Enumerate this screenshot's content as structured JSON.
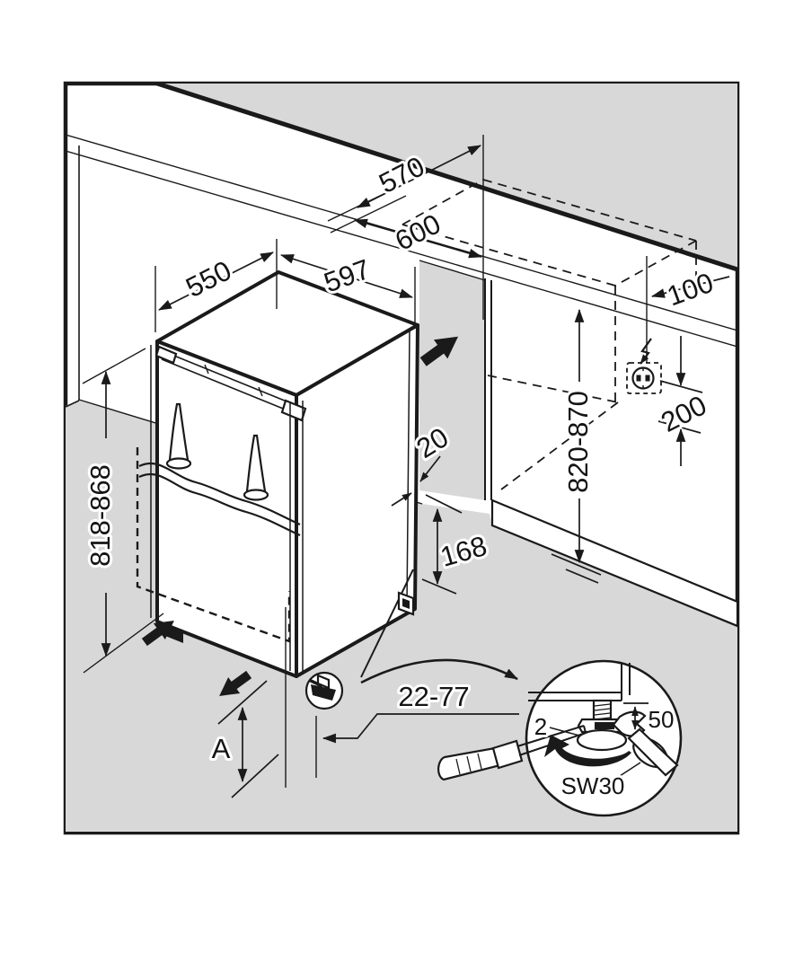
{
  "figure": {
    "description_colors": {
      "line": "#1a1a1a",
      "shading": "#d8d8d8",
      "background": "#ffffff"
    },
    "dimensions": {
      "niche_depth": "570",
      "niche_width": "600",
      "appliance_depth": "550",
      "appliance_width": "597",
      "socket_side_offset": "100",
      "socket_height_offset": "200",
      "niche_height": "820-870",
      "appliance_height": "818-868",
      "rear_top_clearance": "20",
      "base_recess_height": "168",
      "foot_adjustment_range": "22-77",
      "plinth_dimension_label": "A"
    },
    "detail": {
      "callout_number": "2",
      "foot_travel": "50",
      "wrench_size": "SW30"
    }
  }
}
